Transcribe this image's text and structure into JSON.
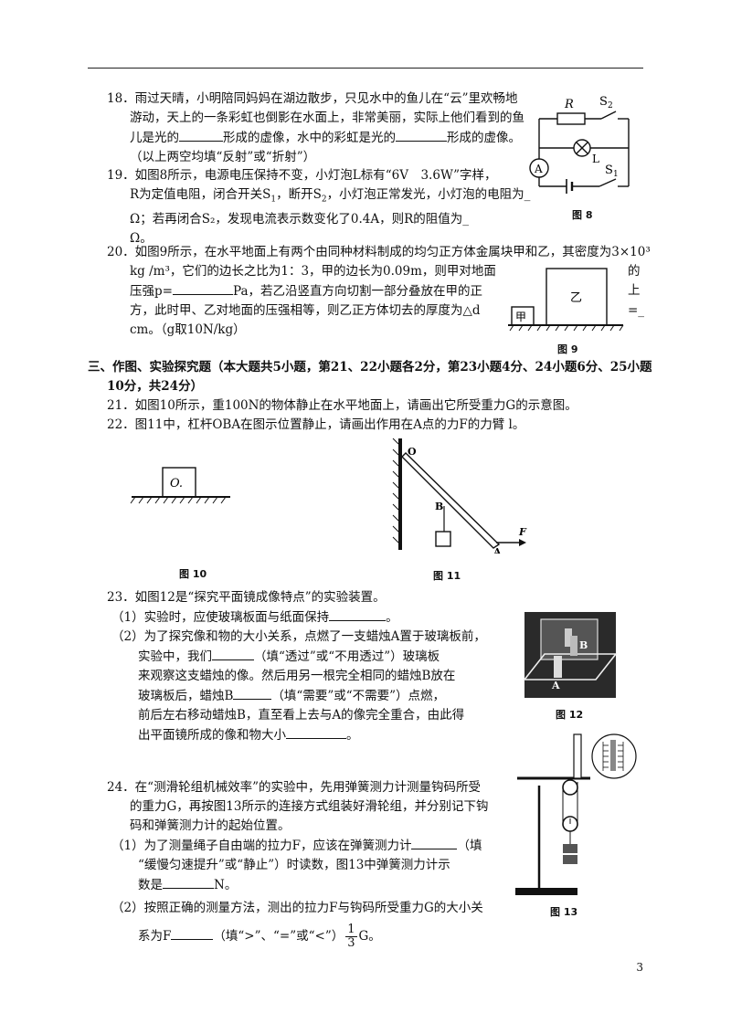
{
  "q18": {
    "l1": "18．雨过天晴，小明陪同妈妈在湖边散步，只见水中的鱼儿在“云”里欢畅地",
    "l2": "游动，天上的一条彩虹也倒影在水面上，非常美丽，实际上他们看到的鱼",
    "l3a": "儿是光的",
    "l3b": "形成的虚像，水中的彩虹是光的",
    "l3c": "形成的虚像。",
    "l4": "（以上两空均填“反射”或“折射”）"
  },
  "q19": {
    "l1": "19．如图8所示，电源电压保持不变，小灯泡L标有“6V　3.6W”字样，",
    "l2a": "R为定值电阻，闭合开关S",
    "l2b": "，断开S",
    "l2c": "，小灯泡正常发光，小灯泡的电阻为_",
    "l3": "Ω；若再闭合S₂，发现电流表示数变化了0.4A，则R的阻值为_",
    "l4": "Ω。",
    "sub1": "1",
    "sub2": "2"
  },
  "q20": {
    "l1": "20．如图9所示，在水平地面上有两个由同种材料制成的均匀正方体金属块甲和乙，其密度为3×10³",
    "l2a": "kg /m³，它们的边长之比为1：3，甲的边长为0.09m，则甲对地面",
    "l2b": "的",
    "l3a": "压强p=",
    "l3b": "Pa，若乙沿竖直方向切割一部分叠放在甲的正",
    "l3c": "上",
    "l4a": "方，此时甲、乙对地面的压强相等，则乙正方体切去的厚度为△d",
    "l4b": "=_",
    "l5": "cm。（g取10N/kg）"
  },
  "section3": {
    "l1": "三、作图、实验探究题（本大题共5小题，第21、22小题各2分，第23小题4分、24小题6分、25小题",
    "l2": "10分，共24分）"
  },
  "q21": "21．如图10所示，重100N的物体静止在水平地面上，请画出它所受重力G的示意图。",
  "q22": "22．图11中，杠杆OBA在图示位置静止，请画出作用在A点的力F的力臂 l。",
  "q23": {
    "l1": "23．如图12是“探究平面镜成像特点”的实验装置。",
    "l2a": "（1）实验时，应使玻璃板面与纸面保持",
    "l2b": "。",
    "l3": "（2）为了探究像和物的大小关系，点燃了一支蜡烛A置于玻璃板前，",
    "l4a": "实验中，我们",
    "l4b": "（填“透过”或“不用透过”）玻璃板",
    "l5": "来观察这支蜡烛的像。然后用另一根完全相同的蜡烛B放在",
    "l6a": "玻璃板后，蜡烛B",
    "l6b": "（填“需要”或“不需要”）点燃，",
    "l7": "前后左右移动蜡烛B，直至看上去与A的像完全重合，由此得",
    "l8a": "出平面镜所成的像和物大小",
    "l8b": "。"
  },
  "q24": {
    "l1": "24．在“测滑轮组机械效率”的实验中，先用弹簧测力计测量钩码所受",
    "l2": "的重力G，再按图13所示的连接方式组装好滑轮组，并分别记下钩",
    "l3": "码和弹簧测力计的起始位置。",
    "l4a": "（1）为了测量绳子自由端的拉力F，应该在弹簧测力计",
    "l4b": "（填",
    "l5": "“缓慢匀速提升”或“静止”）时读数，图13中弹簧测力计示",
    "l6a": "数是",
    "l6b": "N。",
    "l7": "（2）按照正确的测量方法，测出的拉力F与钩码所受重力G的大小关",
    "l8a": "系为F",
    "l8b": "（填“>”、“=”或“<”）",
    "l8c": "G。",
    "frac_num": "1",
    "frac_den": "3"
  },
  "figures": {
    "fig8": {
      "caption": "图 8",
      "R": "R",
      "S2": "S",
      "S2sub": "2",
      "L": "L",
      "S1": "S",
      "S1sub": "1",
      "A": "A"
    },
    "fig9": {
      "caption": "图 9",
      "jia": "甲",
      "yi": "乙"
    },
    "fig10": {
      "caption": "图 10",
      "o": "O."
    },
    "fig11": {
      "caption": "图 11",
      "O": "O",
      "B": "B",
      "A": "A",
      "F": "F"
    },
    "fig12": {
      "caption": "图 12",
      "A": "A",
      "B": "B"
    },
    "fig13": {
      "caption": "图 13"
    }
  },
  "page_number": "3"
}
